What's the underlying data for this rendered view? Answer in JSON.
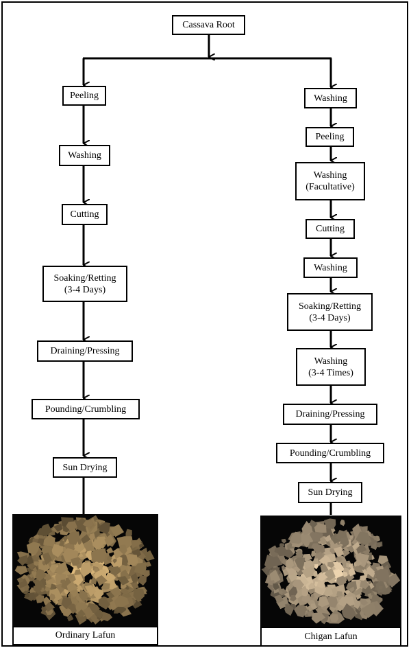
{
  "root": {
    "label": "Cassava Root"
  },
  "left_branch": {
    "steps": [
      {
        "label": "Peeling"
      },
      {
        "label": "Washing"
      },
      {
        "label": "Cutting"
      },
      {
        "label": "Soaking/Retting\n(3-4 Days)"
      },
      {
        "label": "Draining/Pressing"
      },
      {
        "label": "Pounding/Crumbling"
      },
      {
        "label": "Sun Drying"
      }
    ],
    "product": {
      "label": "Ordinary Lafun"
    },
    "product_color": "#c9a870"
  },
  "right_branch": {
    "steps": [
      {
        "label": "Washing"
      },
      {
        "label": "Peeling"
      },
      {
        "label": "Washing\n(Facultative)"
      },
      {
        "label": "Cutting"
      },
      {
        "label": "Washing"
      },
      {
        "label": "Soaking/Retting\n(3-4 Days)"
      },
      {
        "label": "Washing\n(3-4 Times)"
      },
      {
        "label": "Draining/Pressing"
      },
      {
        "label": "Pounding/Crumbling"
      },
      {
        "label": "Sun Drying"
      }
    ],
    "product": {
      "label": "Chigan Lafun"
    },
    "product_color": "#d9c2a0"
  }
}
